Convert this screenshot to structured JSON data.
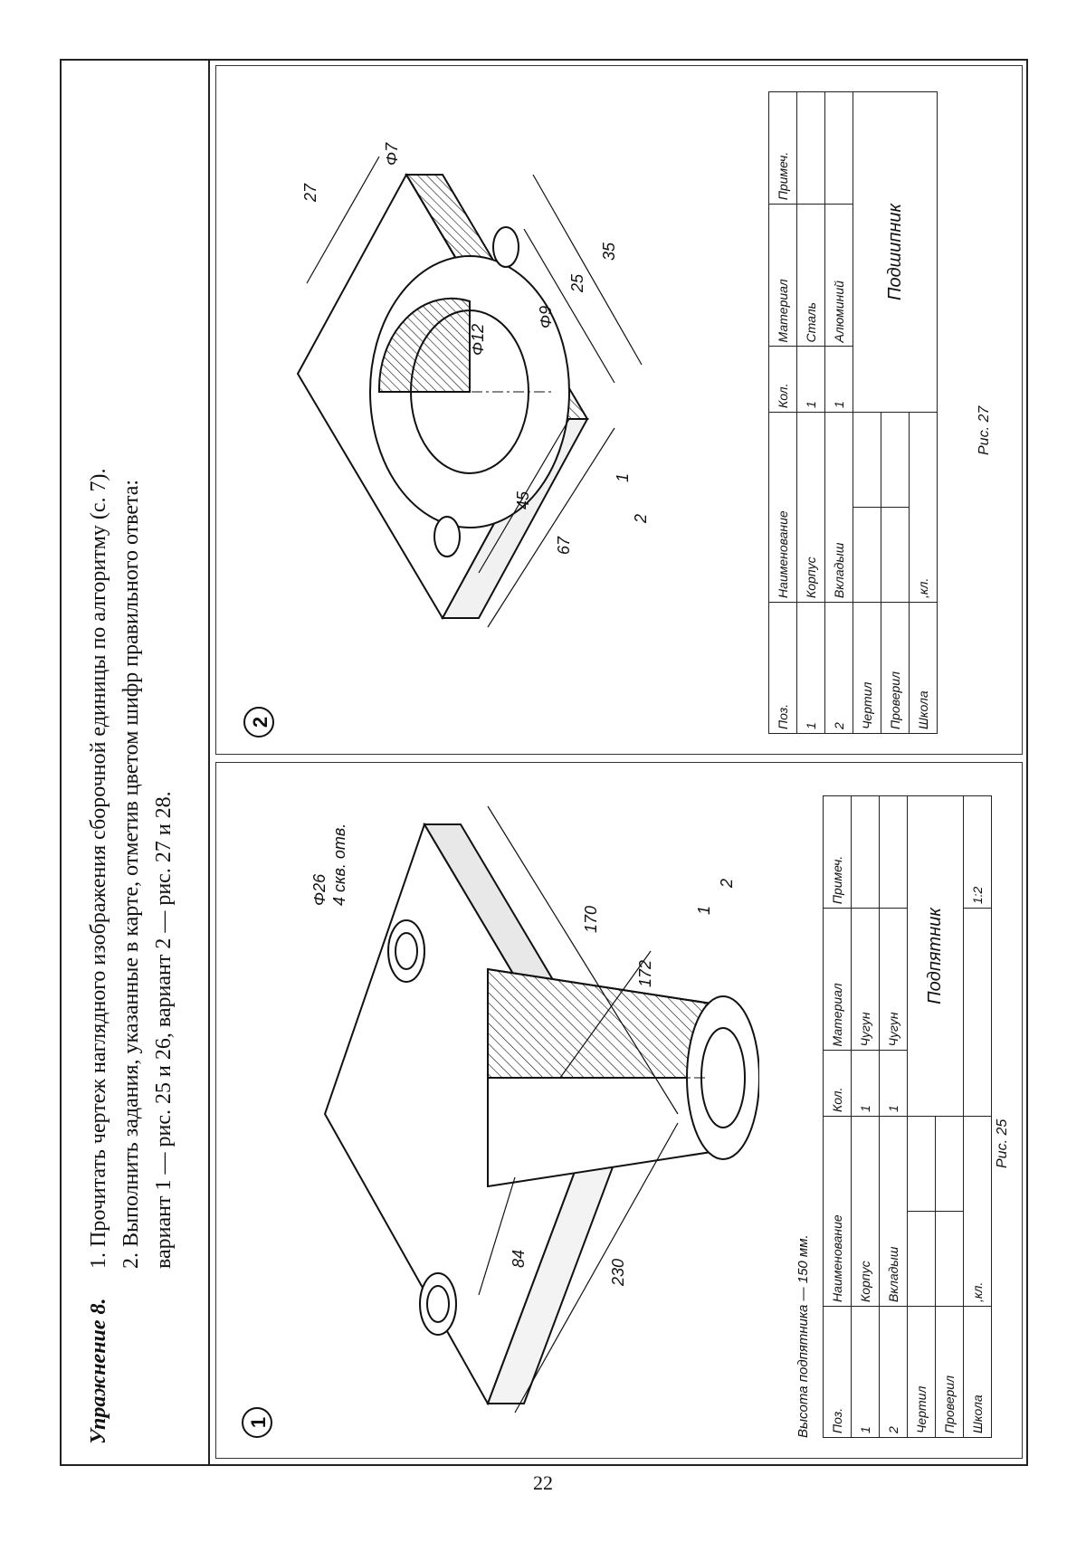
{
  "exercise": {
    "title": "Упражнение 8.",
    "task1": "1. Прочитать чертеж наглядного изображения сборочной единицы по алгоритму (с. 7).",
    "task2": "2. Выполнить задания, указанные в карте, отметив цветом шифр правильного ответа:",
    "task2_cont": "вариант 1 — рис. 25 и 26, вариант 2 — рис. 27 и 28."
  },
  "page_number": "22",
  "figure1": {
    "number": "1",
    "caption": "Рис. 25",
    "note": "Высота подпятника — 150 мм.",
    "dimensions": {
      "d230": "230",
      "d170": "170",
      "d172": "172",
      "d84": "84",
      "hole_dia": "Φ26",
      "hole_note": "4 скв. отв."
    },
    "leaders": [
      "1",
      "2"
    ],
    "title_block": {
      "headers": {
        "pos": "Поз.",
        "name": "Наименование",
        "qty": "Кол.",
        "material": "Материал",
        "note": "Примеч."
      },
      "rows": [
        {
          "pos": "1",
          "name": "Корпус",
          "qty": "1",
          "material": "Чугун"
        },
        {
          "pos": "2",
          "name": "Вкладыш",
          "qty": "1",
          "material": "Чугун"
        }
      ],
      "drawn": "Чертил",
      "checked": "Проверил",
      "school": "Школа",
      "class": ",кл.",
      "product": "Подпятник",
      "scale": "1:2"
    }
  },
  "figure2": {
    "number": "2",
    "caption": "Рис. 27",
    "dimensions": {
      "d67": "67",
      "d45": "45",
      "d35": "35",
      "d25": "25",
      "d27": "27",
      "d12": "Φ12",
      "d9": "Φ9",
      "d7": "Φ7"
    },
    "leaders": [
      "1",
      "2"
    ],
    "title_block": {
      "headers": {
        "pos": "Поз.",
        "name": "Наименование",
        "qty": "Кол.",
        "material": "Материал",
        "note": "Примеч."
      },
      "rows": [
        {
          "pos": "1",
          "name": "Корпус",
          "qty": "1",
          "material": "Сталь"
        },
        {
          "pos": "2",
          "name": "Вкладыш",
          "qty": "1",
          "material": "Алюминий"
        }
      ],
      "drawn": "Чертил",
      "checked": "Проверил",
      "school": "Школа",
      "class": ",кл.",
      "product": "Подшипник"
    }
  }
}
